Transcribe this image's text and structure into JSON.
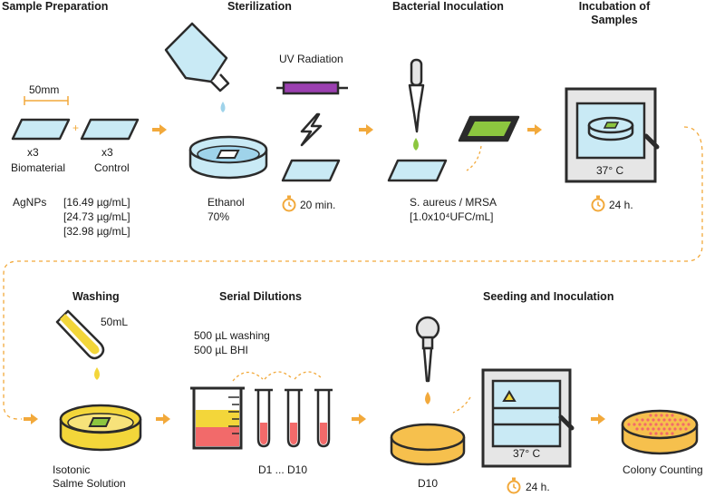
{
  "colors": {
    "orange": "#f2a93b",
    "glass_blue": "#c9eaf5",
    "outline": "#2b2b2b",
    "green": "#8cc63f",
    "purple": "#9b3fb0",
    "yellow": "#f3d63a",
    "red": "#f26a6a",
    "agar": "#f6c04d",
    "gray_panel": "#e6e6e6"
  },
  "headings": {
    "sample_prep": "Sample Preparation",
    "sterilization": "Sterilization",
    "inoculation": "Bacterial Inoculation",
    "incubation_l1": "Incubation of",
    "incubation_l2": "Samples",
    "washing": "Washing",
    "dilutions": "Serial Dilutions",
    "seeding": "Seeding and Inoculation"
  },
  "sample_prep": {
    "scale": "50mm",
    "bio_count": "x3",
    "bio_label": "Biomaterial",
    "plus": "+",
    "ctrl_count": "x3",
    "ctrl_label": "Control",
    "agnps": "AgNPs",
    "conc1": "[16.49 µg/mL]",
    "conc2": "[24.73 µg/mL]",
    "conc3": "[32.98 µg/mL]"
  },
  "sterilization": {
    "ethanol_l1": "Ethanol",
    "ethanol_l2": "70%",
    "uv": "UV Radiation",
    "time": "20 min."
  },
  "inoculation": {
    "strain": "S. aureus / MRSA",
    "conc": "[1.0x10⁴UFC/mL]"
  },
  "incubation": {
    "temp": "37° C",
    "time": "24 h."
  },
  "washing": {
    "volume": "50mL",
    "sol_l1": "Isotonic",
    "sol_l2": "Salme Solution"
  },
  "dilutions": {
    "line1": "500 µL washing",
    "line2": "500 µL BHI",
    "tubes": "D1 ... D10"
  },
  "seeding": {
    "plate": "D10",
    "temp": "37° C",
    "time": "24 h.",
    "result": "Colony Counting"
  },
  "icons": [
    "stopwatch-icon",
    "lightning-icon",
    "pipette-icon",
    "arrow-right-icon",
    "incubator-icon",
    "petri-dish-icon",
    "test-tube-icon",
    "beaker-icon"
  ]
}
